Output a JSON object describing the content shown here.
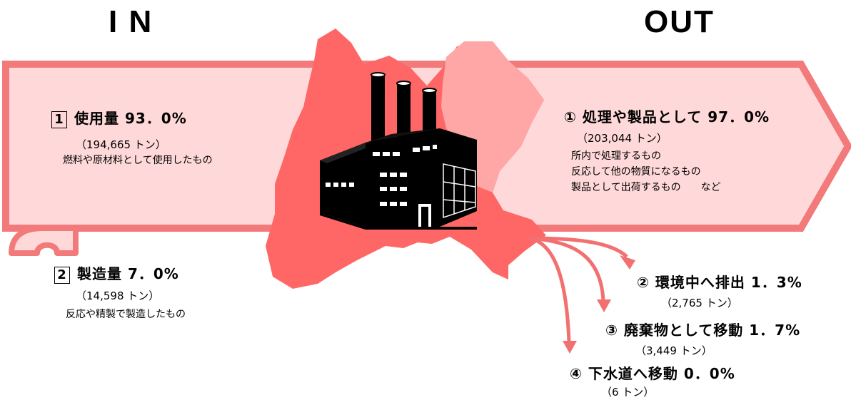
{
  "header": {
    "in_label": "I N",
    "out_label": "OUT"
  },
  "in_items": [
    {
      "number": "1",
      "title": "使用量  93．0%",
      "amount": "（194,665 トン）",
      "notes": [
        "燃料や原材料として使用したもの"
      ]
    },
    {
      "number": "2",
      "title": "製造量  7．0%",
      "amount": "（14,598 トン）",
      "notes": [
        "反応や精製で製造したもの"
      ]
    }
  ],
  "out_items": [
    {
      "number": "①",
      "title": "処理や製品として  97．0%",
      "amount": "（203,044 トン）",
      "notes": [
        "所内で処理するもの",
        "反応して他の物質になるもの",
        "製品として出荷するもの　　など"
      ]
    },
    {
      "number": "②",
      "title": "環境中へ排出  1．3%",
      "amount": "（2,765 トン）"
    },
    {
      "number": "③",
      "title": "廃棄物として移動  1．7%",
      "amount": "（3,449 トン）"
    },
    {
      "number": "④",
      "title": "下水道へ移動  0．0%",
      "amount": "（6 トン）"
    }
  ],
  "colors": {
    "arrow_fill": "#ffd9d9",
    "arrow_stroke": "#f27a7a",
    "map_dark": "#ff6666",
    "map_light": "#ffa6a6",
    "branch_arrow": "#f27070",
    "factory": "#000000"
  },
  "icons": {
    "factory": "factory-icon",
    "map": "prefecture-map-silhouette"
  }
}
